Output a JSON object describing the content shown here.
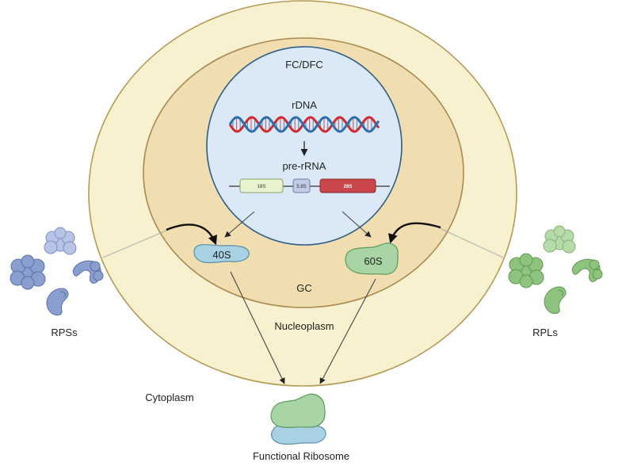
{
  "labels": {
    "fc_dfc": "FC/DFC",
    "rdna": "rDNA",
    "pre_rrna": "pre-rRNA",
    "seg_18s": "18S",
    "seg_58s": "5.8S",
    "seg_28s": "28S",
    "s40": "40S",
    "s60": "60S",
    "gc": "GC",
    "nucleoplasm": "Nucleoplasm",
    "cytoplasm": "Cytoplasm",
    "rpss": "RPSs",
    "rpls": "RPLs",
    "functional_ribosome": "Functional Ribosome"
  },
  "colors": {
    "cytoplasm_fill": "#f7f1cf",
    "cytoplasm_stroke": "#b59a55",
    "nucleus_fill": "#f0ddb0",
    "nucleus_stroke": "#a98a50",
    "fc_fill": "#dbe9f7",
    "fc_stroke": "#2f5d88",
    "dna_red": "#d12a32",
    "dna_blue": "#2d6fad",
    "seg_18s": "#e7f4cf",
    "seg_58s": "#c2cbe6",
    "seg_28s": "#c9474a",
    "subunit_40s": "#a8d2e3",
    "subunit_60s": "#a8d4a6",
    "rps_protein": "#8a9fd0",
    "rpl_protein": "#8ec27f"
  },
  "icons": [
    "dna-helix-icon",
    "ribosome-40s-icon",
    "ribosome-60s-icon",
    "ribosomal-protein-icon",
    "functional-ribosome-icon"
  ]
}
